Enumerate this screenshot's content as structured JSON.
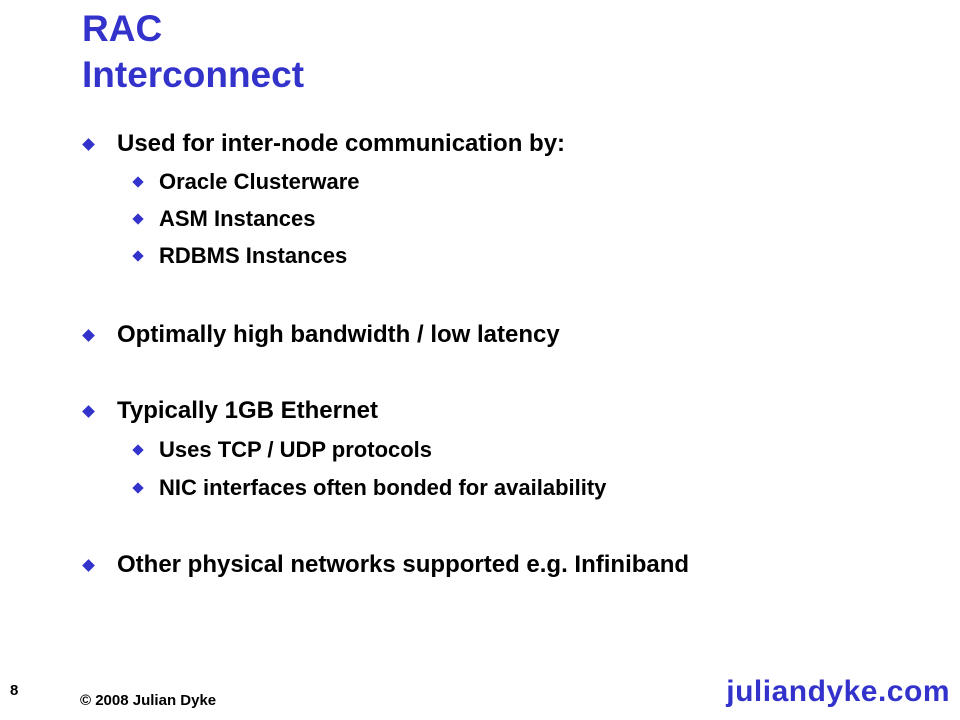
{
  "slide": {
    "title_line1": "RAC",
    "title_line2": "Interconnect",
    "bullets": [
      {
        "level": 1,
        "text": "Used for inter-node communication by:"
      },
      {
        "level": 2,
        "text": "Oracle Clusterware"
      },
      {
        "level": 2,
        "text": "ASM Instances"
      },
      {
        "level": 2,
        "text": "RDBMS Instances"
      },
      {
        "level": 1,
        "text": "Optimally high bandwidth / low latency"
      },
      {
        "level": 1,
        "text": "Typically 1GB Ethernet"
      },
      {
        "level": 2,
        "text": "Uses TCP / UDP protocols"
      },
      {
        "level": 2,
        "text": "NIC interfaces often bonded for availability"
      },
      {
        "level": 1,
        "text": "Other physical networks supported e.g. Infiniband"
      }
    ]
  },
  "footer": {
    "page_number": "8",
    "copyright": "© 2008 Julian Dyke",
    "brand": "juliandyke.com"
  },
  "colors": {
    "accent": "#3333cc",
    "text": "#000000",
    "background": "#ffffff"
  },
  "icons": {
    "bullet": "diamond-bullet-icon"
  }
}
